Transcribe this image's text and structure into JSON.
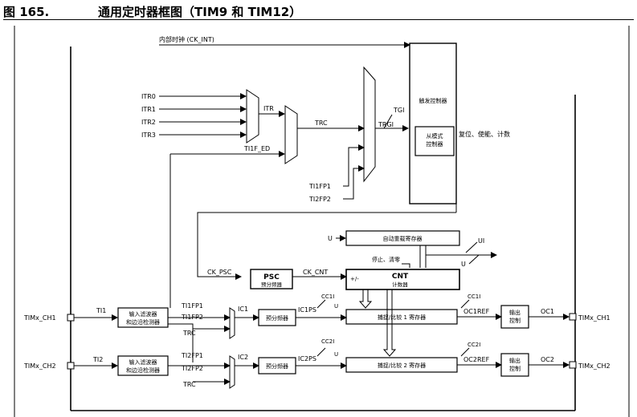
{
  "caption": {
    "figure_label": "图 165.",
    "title": "通用定时器框图（TIM9 和 TIM12）"
  },
  "labels": {
    "ck_int": "内部时钟 (CK_INT)",
    "itr0": "ITR0",
    "itr1": "ITR1",
    "itr2": "ITR2",
    "itr3": "ITR3",
    "itr": "ITR",
    "trc_top": "TRC",
    "tgi": "TGI",
    "trgi": "TRGI",
    "ti1f_ed": "TI1F_ED",
    "ti1fp1_in": "TI1FP1",
    "ti2fp2_in": "TI2FP2",
    "trigger_ctrl": "触发控制器",
    "slave_ctrl_1": "从模式",
    "slave_ctrl_2": "控制器",
    "reset_enable_count": "复位、使能、计数",
    "u_arr": "U",
    "arr": "自动重载寄存器",
    "ui": "UI",
    "stop_clear": "停止、清零",
    "u_out": "U",
    "ck_psc": "CK_PSC",
    "psc": "PSC",
    "prescaler": "预分频器",
    "ck_cnt": "CK_CNT",
    "plus_minus": "+/-",
    "cnt": "CNT",
    "counter": "计数器",
    "ti1": "TI1",
    "ti2": "TI2",
    "input_filter_1a": "输入滤波器",
    "input_filter_1b": "和边沿检测器",
    "input_filter_2a": "输入滤波器",
    "input_filter_2b": "和边沿检测器",
    "ti1fp1": "TI1FP1",
    "ti1fp2": "TI1FP2",
    "trc_1": "TRC",
    "ti2fp1": "TI2FP1",
    "ti2fp2": "TI2FP2",
    "trc_2": "TRC",
    "ic1": "IC1",
    "ic2": "IC2",
    "ic_prescaler_1": "预分频器",
    "ic_prescaler_2": "预分频器",
    "ic1ps": "IC1PS",
    "ic2ps": "IC2PS",
    "cc1i_a": "CC1I",
    "cc1i_b": "CC1I",
    "cc2i_a": "CC2I",
    "cc2i_b": "CC2I",
    "u_cc1": "U",
    "u_cc2": "U",
    "capture_compare_1": "捕捉/比较 1 寄存器",
    "capture_compare_2": "捕捉/比较 2 寄存器",
    "oc1ref": "OC1REF",
    "oc2ref": "OC2REF",
    "output_ctrl_1a": "输出",
    "output_ctrl_1b": "控制",
    "output_ctrl_2a": "输出",
    "output_ctrl_2b": "控制",
    "oc1": "OC1",
    "oc2": "OC2",
    "timx_ch1_in": "TIMx_CH1",
    "timx_ch2_in": "TIMx_CH2",
    "timx_ch1_out": "TIMx_CH1",
    "timx_ch2_out": "TIMx_CH2"
  }
}
